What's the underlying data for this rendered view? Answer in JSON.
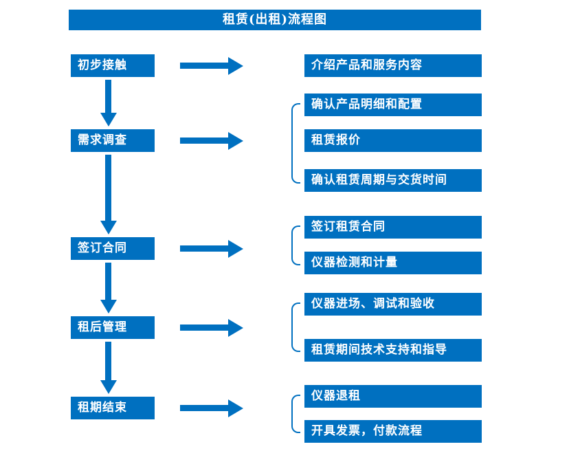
{
  "title": "租赁(出租)流程图",
  "colors": {
    "primary": "#0070C0",
    "box_text": "#FFFFFF",
    "background": "#FFFFFF"
  },
  "steps": [
    {
      "label": "初步接触",
      "details": [
        "介绍产品和服务内容"
      ]
    },
    {
      "label": "需求调查",
      "details": [
        "确认产品明细和配置",
        "租赁报价",
        "确认租赁周期与交货时间"
      ]
    },
    {
      "label": "签订合同",
      "details": [
        "签订租赁合同",
        "仪器检测和计量"
      ]
    },
    {
      "label": "租后管理",
      "details": [
        "仪器进场、调试和验收",
        "租赁期间技术支持和指导"
      ]
    },
    {
      "label": "租期结束",
      "details": [
        "仪器退租",
        "开具发票，付款流程"
      ]
    }
  ]
}
